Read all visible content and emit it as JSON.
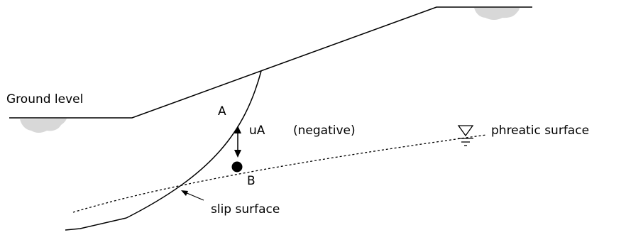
{
  "labels": {
    "ground_level": "Ground level",
    "point_a": "A",
    "pore_pressure": "uA",
    "pressure_sign": "(negative)",
    "phreatic_surface": "phreatic surface",
    "point_b": "B",
    "slip_surface": "slip surface"
  },
  "colors": {
    "line": "#000000",
    "ground_hatch": "#d8d8d8",
    "background": "#ffffff"
  },
  "icons": {
    "water_table": "water-table-symbol",
    "point_marker": "point-b-marker",
    "double_arrow": "vertical-double-arrow"
  }
}
